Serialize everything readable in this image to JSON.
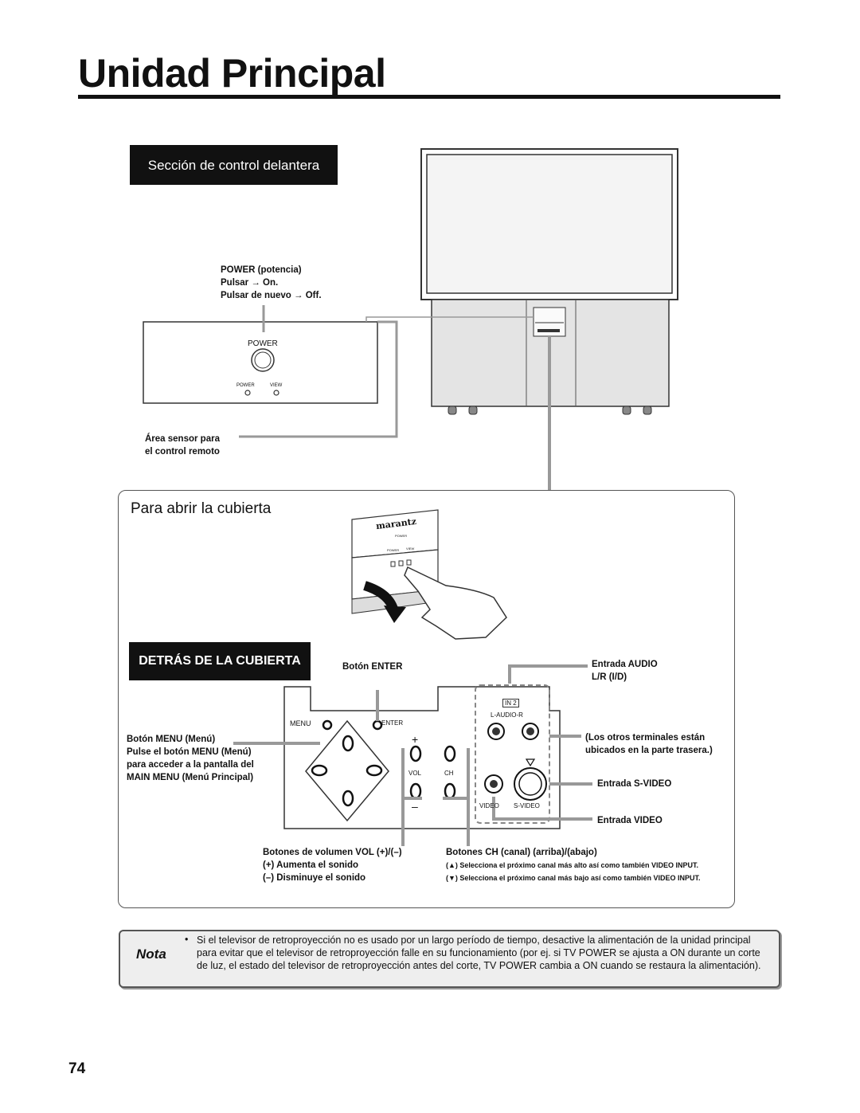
{
  "page": {
    "title": "Unidad Principal",
    "number": "74"
  },
  "front_section": {
    "tag": "Sección de control delantera",
    "power_callout": [
      "POWER (potencia)",
      "Pulsar → On.",
      "Pulsar de nuevo → Off."
    ],
    "power_button_label": "POWER",
    "indicator_labels": [
      "POWER",
      "VIEW"
    ],
    "sensor_callout": [
      "Área sensor para",
      "el control remoto"
    ]
  },
  "cover_section": {
    "title": "Para abrir la cubierta",
    "brand": "marantz",
    "panel_labels": [
      "POWER",
      "POWER",
      "VIEW"
    ]
  },
  "behind_section": {
    "tag": "DETRÁS DE LA CUBIERTA",
    "enter_callout": "Botón ENTER",
    "menu_callout": [
      "Botón MENU (Menú)",
      "Pulse el botón MENU (Menú)",
      "para acceder a la pantalla del",
      "MAIN MENU (Menú Principal)"
    ],
    "panel": {
      "menu_label": "MENU",
      "enter_label": "ENTER",
      "vol_label": "VOL",
      "ch_label": "CH",
      "plus_label": "+",
      "minus_label": "–",
      "in2_label": "IN 2",
      "audio_label": "L-AUDIO-R",
      "video_label": "VIDEO",
      "svideo_label": "S-VIDEO"
    },
    "audio_callout": [
      "Entrada AUDIO",
      "L/R (I/D)"
    ],
    "terminals_callout": [
      "(Los otros terminales están",
      "ubicados en la parte trasera.)"
    ],
    "svideo_callout": "Entrada S-VIDEO",
    "video_callout": "Entrada VIDEO",
    "vol_callout": [
      "Botones de volumen VOL (+)/(–)",
      "(+) Aumenta el sonido",
      "(–) Disminuye el sonido"
    ],
    "ch_callout": [
      "Botones CH (canal) (arriba)/(abajo)",
      "(▲) Selecciona el próximo canal más alto así como también VIDEO INPUT.",
      "(▼) Selecciona el próximo canal más bajo así como también VIDEO INPUT."
    ]
  },
  "nota": {
    "label": "Nota",
    "text": "Si el televisor de retroproyección no es usado por un largo período de tiempo, desactive la alimentación de la unidad principal para evitar que el televisor de retroproyección falle en su funcionamiento (por ej. si TV POWER se ajusta a ON durante un corte de luz, el estado del televisor de retroproyección antes del corte, TV POWER cambia a ON cuando se restaura la alimentación)."
  }
}
